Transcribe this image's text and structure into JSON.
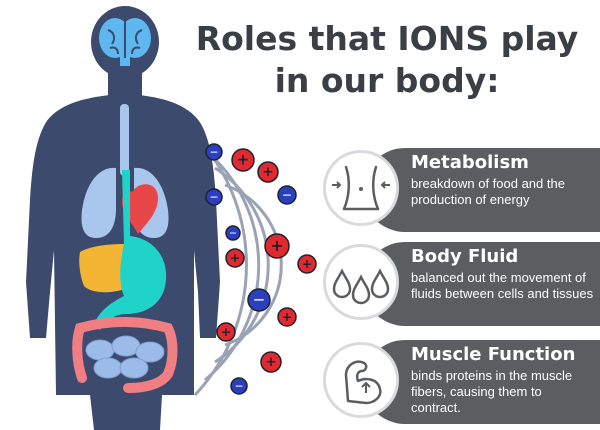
{
  "title": {
    "line1": "Roles that IONS play",
    "line2": "in our body:"
  },
  "cards": [
    {
      "title": "Metabolism",
      "description": "breakdown of food and the production of energy",
      "icon": "waist-icon"
    },
    {
      "title": "Body Fluid",
      "description": "balanced out the movement of fluids between cells and tissues",
      "icon": "droplets-icon"
    },
    {
      "title": "Muscle Function",
      "description": "binds proteins in the muscle fibers, causing them to contract.",
      "icon": "flexed-arm-icon"
    }
  ],
  "ions": {
    "positive_symbol": "+",
    "negative_symbol": "−"
  },
  "colors": {
    "body_silhouette": "#3c4a6e",
    "brain": "#5fb7ef",
    "lungs": "#a9c6ec",
    "heart": "#e8474a",
    "esophagus_stomach": "#1fd3c9",
    "liver": "#f3b533",
    "small_intestine": "#9cbbe8",
    "large_intestine": "#f07e82",
    "card_background": "#5b5d61",
    "title_text": "#3a3f45",
    "positive_ion": "#e02a2f",
    "negative_ion": "#2b3fbf",
    "orbit_rings": "#9aa3b3"
  }
}
